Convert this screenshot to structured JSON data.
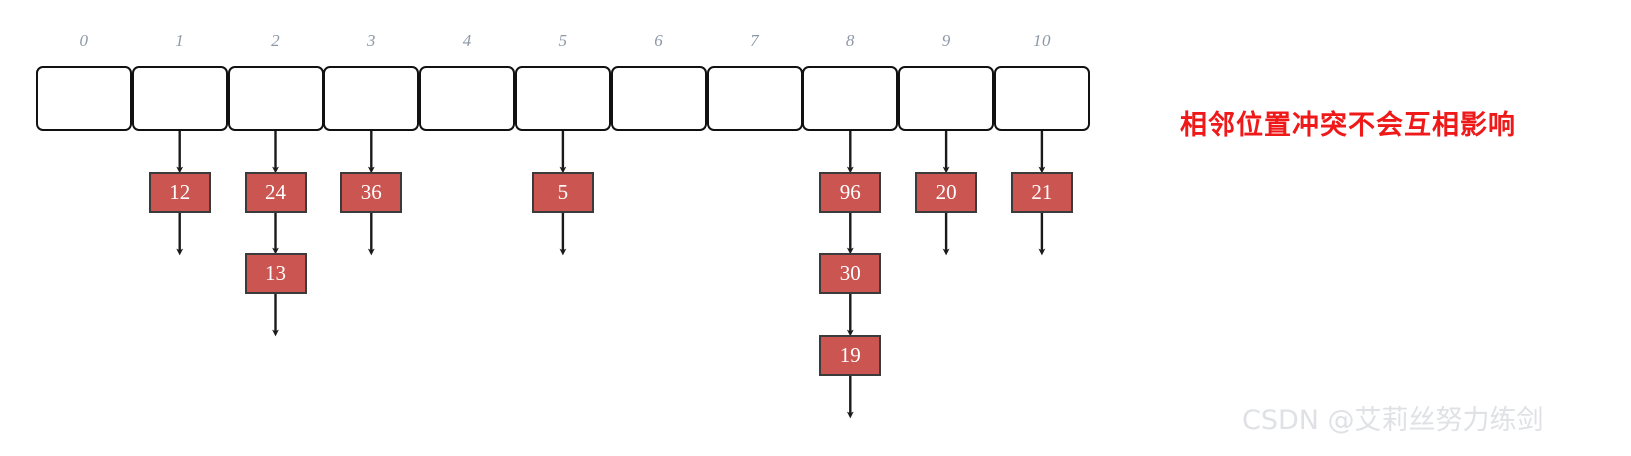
{
  "diagram": {
    "type": "hash-table-separate-chaining",
    "title_annotation": "相邻位置冲突不会互相影响",
    "annotation_color": "#f01919",
    "node_fill_color": "#ca5551",
    "node_border_color": "#3b3b3b",
    "node_text_color": "#ffffff",
    "bucket_border_color": "#111111",
    "index_label_color": "#8d98a7",
    "arrow_color": "#1a1a1a",
    "bucket_count": 11,
    "index_labels": [
      "0",
      "1",
      "2",
      "3",
      "4",
      "5",
      "6",
      "7",
      "8",
      "9",
      "10"
    ],
    "buckets": [
      {
        "index": "0",
        "chain": []
      },
      {
        "index": "1",
        "chain": [
          "12"
        ]
      },
      {
        "index": "2",
        "chain": [
          "24",
          "13"
        ]
      },
      {
        "index": "3",
        "chain": [
          "36"
        ]
      },
      {
        "index": "4",
        "chain": []
      },
      {
        "index": "5",
        "chain": [
          "5"
        ]
      },
      {
        "index": "6",
        "chain": []
      },
      {
        "index": "7",
        "chain": []
      },
      {
        "index": "8",
        "chain": [
          "96",
          "30",
          "19"
        ]
      },
      {
        "index": "9",
        "chain": [
          "20"
        ]
      },
      {
        "index": "10",
        "chain": [
          "21"
        ]
      }
    ]
  },
  "watermark": {
    "text": "CSDN @艾莉丝努力练剑",
    "color": "#dfe1e4"
  }
}
